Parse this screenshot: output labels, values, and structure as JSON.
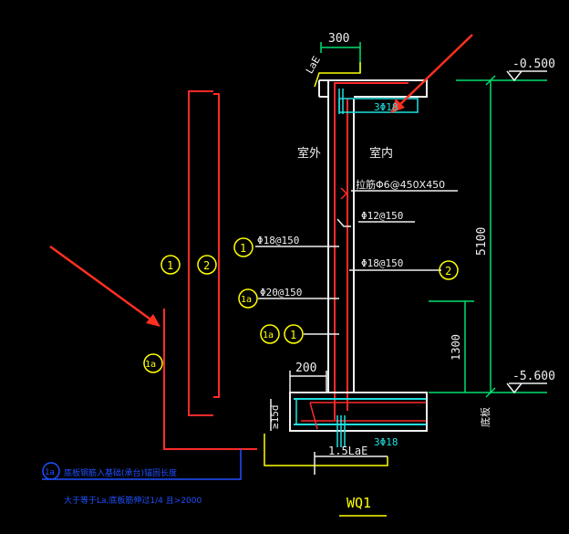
{
  "drawing": {
    "dim_top": "300",
    "lae": "LaE",
    "top_bar": "3Φ18",
    "outside": "室外",
    "inside": "室内",
    "tie_bar": "拉筋Φ6@450X450",
    "bar_12": "Φ12@150",
    "bar_18_left": "Φ18@150",
    "bar_18_right": "Φ18@150",
    "bar_20": "Φ20@150",
    "circle_1": "1",
    "circle_2": "2",
    "circle_1a": "1a",
    "elev_top": "-0.500",
    "elev_bottom": "-5.600",
    "dim_height": "5100",
    "dim_1300": "1300",
    "dim_200": "200",
    "dim_15d": "≥15d",
    "bottom_bar": "3Φ18",
    "bottom_lae": "1.5LaE",
    "base_label": "底板",
    "note_line1": "底板钢筋入基础(承台)锚固长度",
    "note_line2": "大于等于La,底板筋伸过1/4 且>2000",
    "title": "WQ1"
  },
  "colors": {
    "background": "#000000",
    "red": "#ff2a2a",
    "cyan": "#20e0e0",
    "white": "#f0f0f0",
    "yellow": "#ffff00",
    "green": "#00e070",
    "blue": "#2050ff",
    "arrow": "#ff3020"
  }
}
